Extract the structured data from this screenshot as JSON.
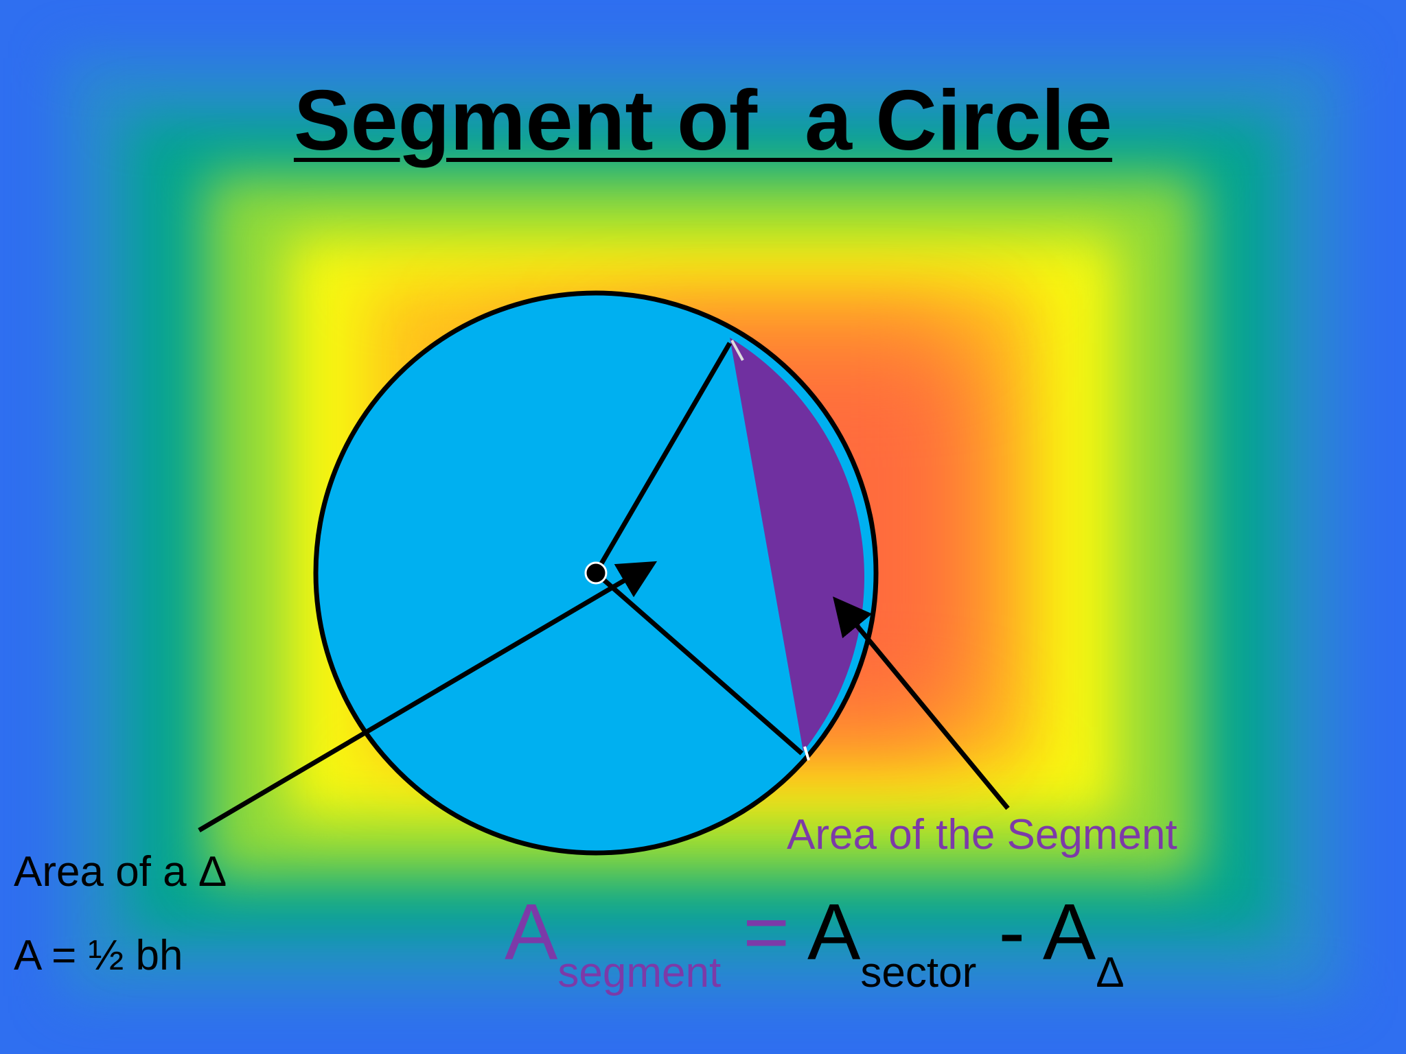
{
  "title": "Segment of  a Circle",
  "labels": {
    "triangle_area": "Area of a Δ",
    "triangle_formula": "A = ½ bh",
    "segment_area": "Area of the Segment"
  },
  "formula": {
    "lhs_main": "A",
    "lhs_sub": "segment",
    "equals": " = ",
    "term1_main": "A",
    "term1_sub": "sector",
    "minus": " - ",
    "term2_main": "A",
    "term2_sub": "Δ"
  },
  "colors": {
    "circle_fill": "#00b0f0",
    "segment_fill": "#7030a0",
    "segment_text": "#7c3aa8",
    "outline": "#000000",
    "background_outer": "#2f6ff0",
    "background_inner": "#ff6b3e"
  }
}
